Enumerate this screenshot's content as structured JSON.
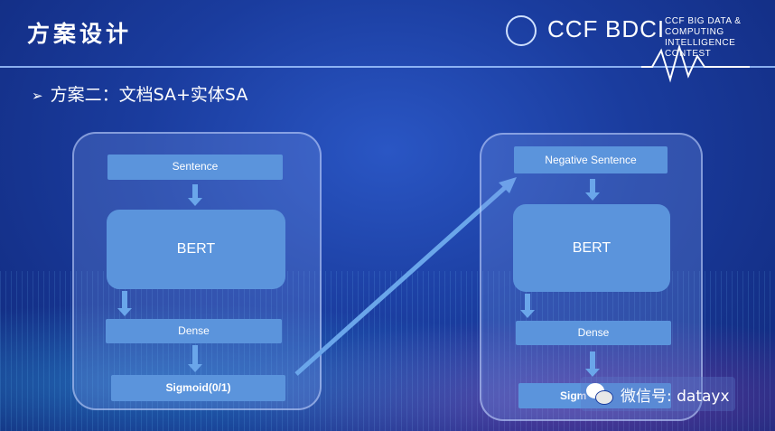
{
  "header": {
    "title": "方案设计",
    "logo_ccf": "CCF",
    "logo_bdci": "BDCI",
    "logo_text_line1": "CCF BIG DATA & COMPUTING",
    "logo_text_line2": "INTELLIGENCE CONTEST"
  },
  "subtitle": {
    "arrow": "➢",
    "text": "方案二：文档SA+实体SA"
  },
  "left_panel": {
    "input": "Sentence",
    "encoder": "BERT",
    "dense": "Dense",
    "output": "Sigmoid(0/1)"
  },
  "right_panel": {
    "input": "Negative Sentence",
    "encoder": "BERT",
    "dense": "Dense",
    "output": "Sigm"
  },
  "watermark": {
    "text": "微信号: datayx"
  },
  "colors": {
    "background": "#1a3c9e",
    "box": "#5b94dc",
    "arrow": "#6aa6ea"
  }
}
